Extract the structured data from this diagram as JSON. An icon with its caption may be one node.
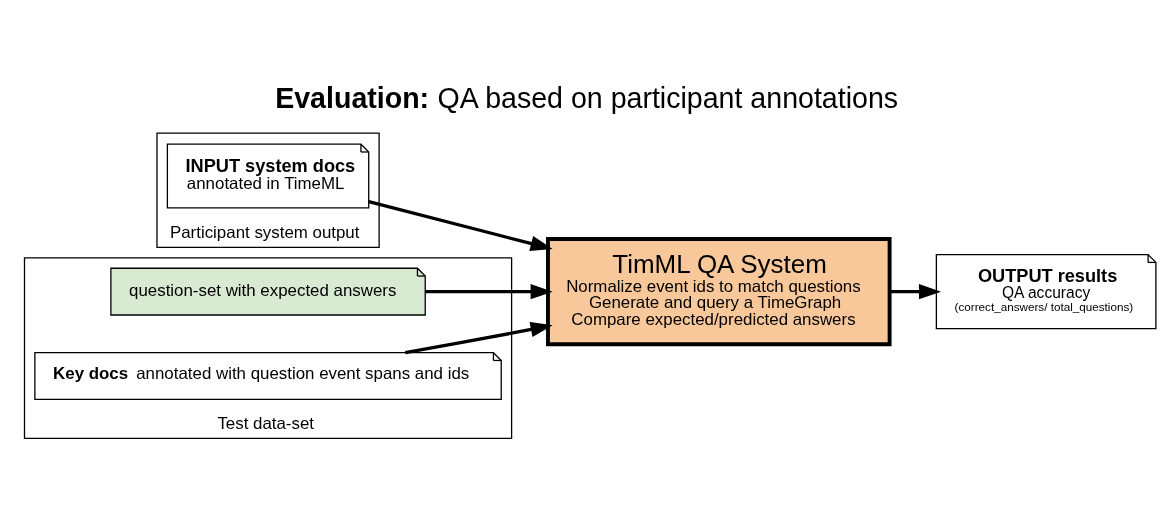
{
  "diagram": {
    "title": "**Evaluation:** QA based on participant annotations",
    "nodes": [
      {
        "text": [
          "Participant system output"
        ]
      },
      {
        "text": [
          "**INPUT system docs**",
          "annotated in TimeML"
        ],
        "in": 0
      },
      {
        "text": [
          "TimML QA System",
          "Normalize event ids to match questions",
          "Generate and query a TimeGraph",
          "Compare expected/predicted answers"
        ]
      },
      {
        "text": [
          "**OUTPUT results**",
          "QA accuracy",
          "(correct_answers/ total_questions)"
        ]
      },
      {
        "text": [
          "Test data-set"
        ]
      },
      {
        "text": [
          "question-set with expected answers"
        ],
        "in": 4
      },
      {
        "text": [
          "**Key docs** annotated with question event spans and ids"
        ],
        "in": 4
      }
    ],
    "edges": [
      {
        "from": 1,
        "to": 2,
        "arrow": "to"
      },
      {
        "from": 2,
        "to": 3,
        "arrow": "to"
      },
      {
        "from": 5,
        "to": 2,
        "arrow": "to"
      },
      {
        "from": 6,
        "to": 2,
        "arrow": "to"
      }
    ]
  }
}
